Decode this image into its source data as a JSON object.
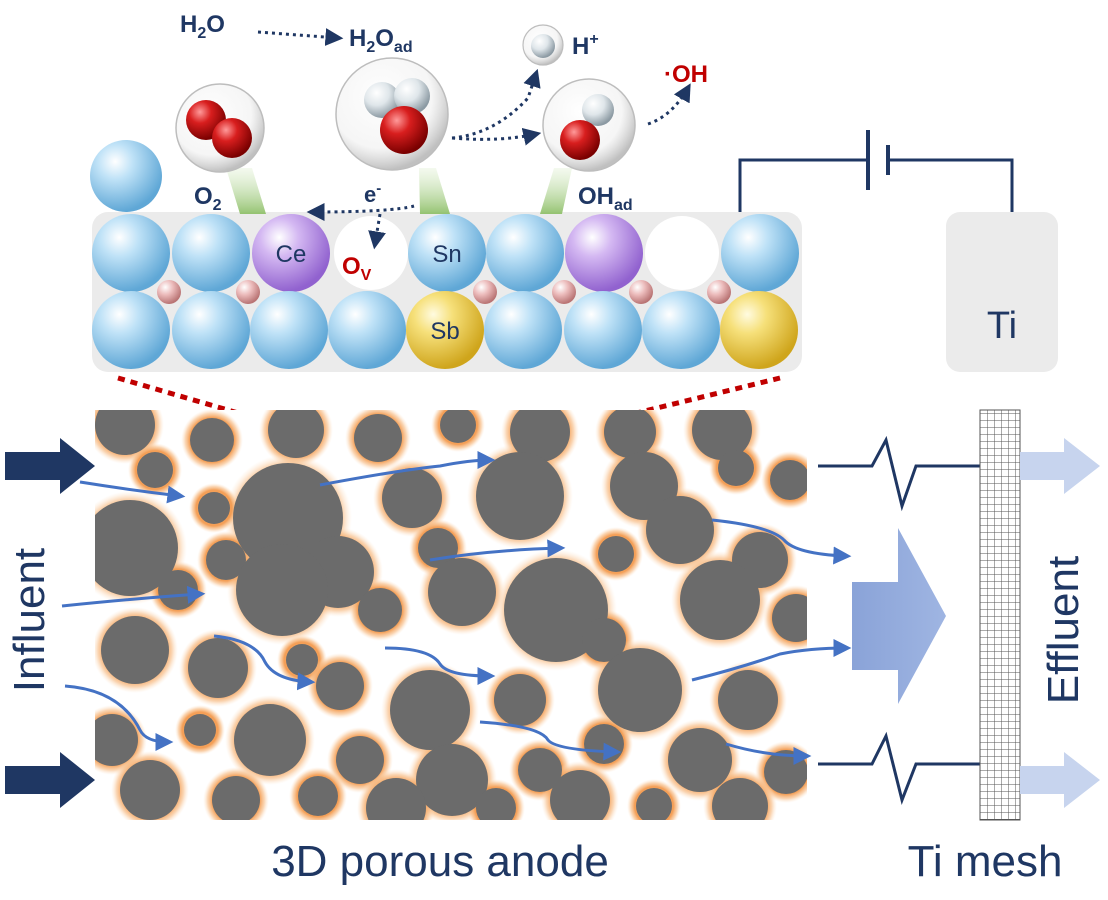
{
  "species": {
    "h2o_main": "H",
    "h2o_sub": "2",
    "h2o_tail": "O",
    "h2oad_main": "H",
    "h2oad_sub": "2",
    "h2oad_tail": "O",
    "h2oad_sub2": "ad",
    "hplus_main": "H",
    "hplus_sup": "+",
    "oh_radical": "·OH",
    "o2_main": "O",
    "o2_sub": "2",
    "electron_main": "e",
    "electron_sup": "-",
    "ov_main": "O",
    "ov_sub": "V",
    "ohad_main": "OH",
    "ohad_sub": "ad"
  },
  "atoms": {
    "ce": "Ce",
    "sn": "Sn",
    "sb": "Sb"
  },
  "electrode_label": "Ti",
  "left_label": "Influent",
  "right_label": "Effluent",
  "bottom_left_label": "3D porous anode",
  "bottom_right_label": "Ti mesh",
  "colors": {
    "navy": "#1f3763",
    "red": "#c00000",
    "sn_blue": "#8fc8ec",
    "ce_purple": "#b58fe0",
    "sb_yellow": "#efd24c",
    "o_pink": "#e0a0a0",
    "pore_gray": "#6b6b6b",
    "glow_orange": "#f5a15a",
    "flow_blue": "#4472c4",
    "panel_gray": "#ececec"
  }
}
